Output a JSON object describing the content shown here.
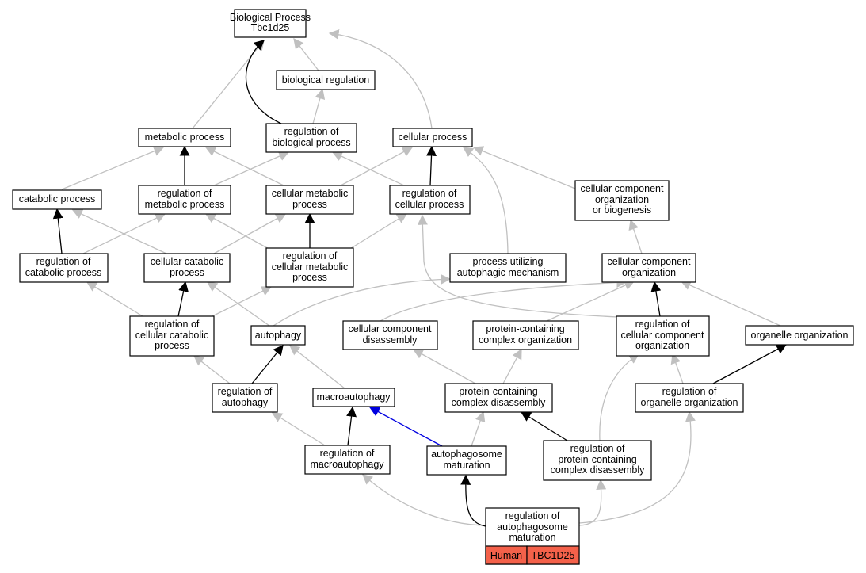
{
  "diagram": {
    "nodes": {
      "bp": [
        "Biological Process",
        "Tbc1d25"
      ],
      "bioreg": [
        "biological regulation"
      ],
      "metab": [
        "metabolic process"
      ],
      "regbio": [
        "regulation of",
        "biological process"
      ],
      "cellproc": [
        "cellular process"
      ],
      "catab": [
        "catabolic process"
      ],
      "regmetab": [
        "regulation of",
        "metabolic process"
      ],
      "cellmetab": [
        "cellular metabolic",
        "process"
      ],
      "regcell": [
        "regulation of",
        "cellular process"
      ],
      "ccob": [
        "cellular component",
        "organization",
        "or biogenesis"
      ],
      "regcatab": [
        "regulation of",
        "catabolic process"
      ],
      "cellcatab": [
        "cellular catabolic",
        "process"
      ],
      "regcellmetab": [
        "regulation of",
        "cellular metabolic",
        "process"
      ],
      "pum": [
        "process utilizing",
        "autophagic mechanism"
      ],
      "cco": [
        "cellular component",
        "organization"
      ],
      "regcellcatab": [
        "regulation of",
        "cellular catabolic",
        "process"
      ],
      "autophagy": [
        "autophagy"
      ],
      "ccdis": [
        "cellular component",
        "disassembly"
      ],
      "pcco": [
        "protein-containing",
        "complex organization"
      ],
      "regcco": [
        "regulation of",
        "cellular component",
        "organization"
      ],
      "orgorg": [
        "organelle organization"
      ],
      "regauto": [
        "regulation of",
        "autophagy"
      ],
      "macro": [
        "macroautophagy"
      ],
      "pccdis": [
        "protein-containing",
        "complex disassembly"
      ],
      "regorgorg": [
        "regulation of",
        "organelle organization"
      ],
      "regmacro": [
        "regulation of",
        "macroautophagy"
      ],
      "apmat": [
        "autophagosome",
        "maturation"
      ],
      "regpccdis": [
        "regulation of",
        "protein-containing",
        "complex disassembly"
      ],
      "target": [
        "regulation of",
        "autophagosome",
        "maturation"
      ]
    },
    "target_species": "Human",
    "target_gene": "TBC1D25",
    "colors": {
      "edge_is_a": "#c0c0c0",
      "edge_regulates": "#000000",
      "edge_part_of": "#0000e0",
      "species_cell": "#f4614a"
    }
  }
}
